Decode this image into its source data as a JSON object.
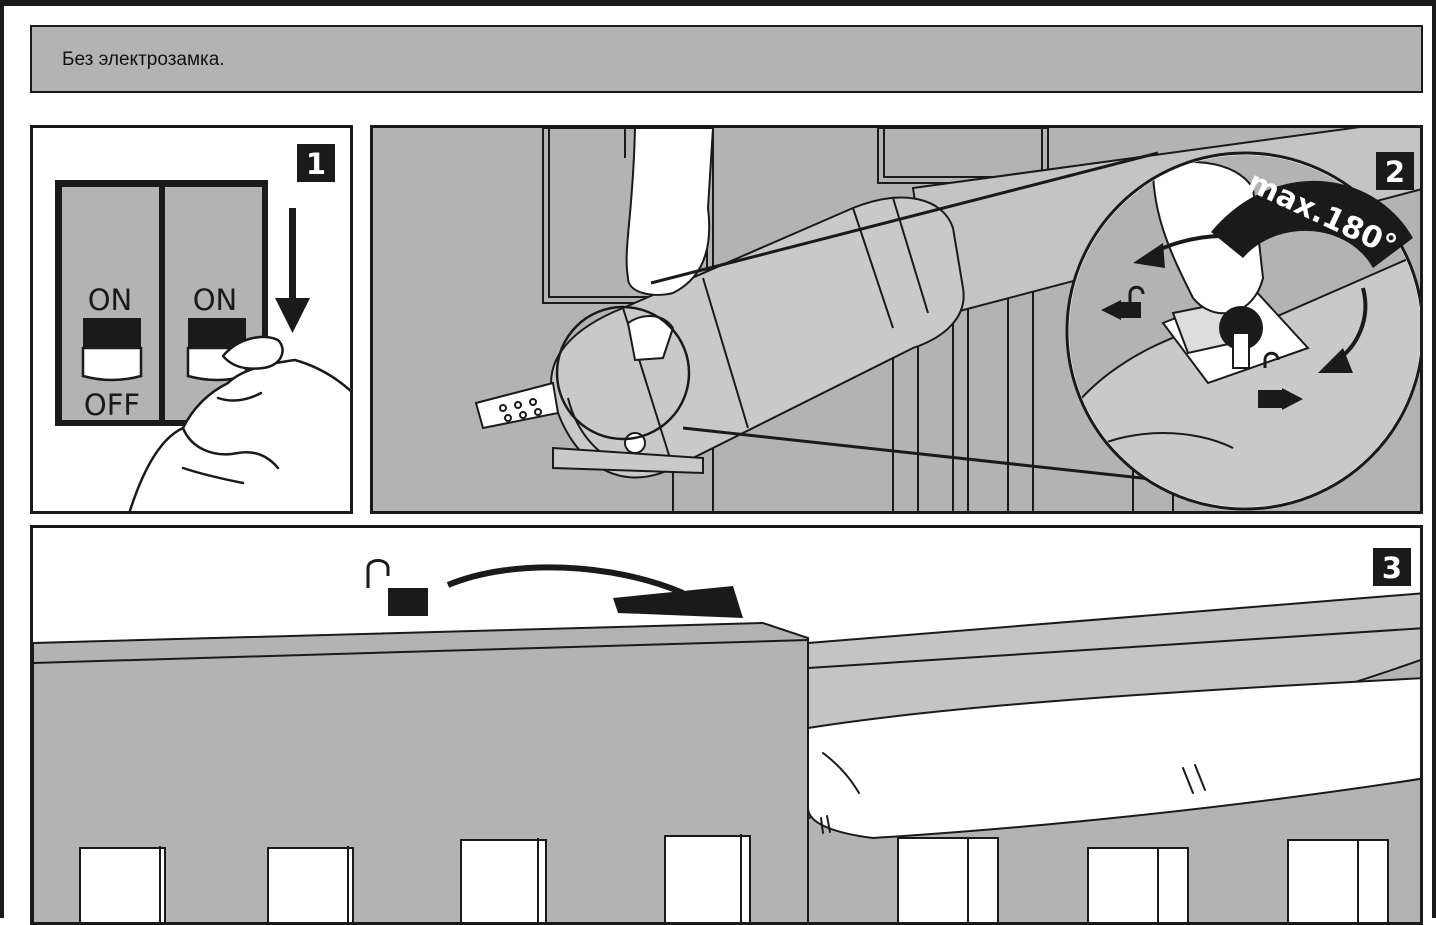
{
  "header": {
    "text": "Без электрозамка."
  },
  "steps": [
    {
      "number": "1",
      "switch_labels": {
        "left_on": "ON",
        "left_off": "OFF",
        "right_on": "ON"
      }
    },
    {
      "number": "2",
      "rotation_label": "max.180°"
    },
    {
      "number": "3"
    }
  ],
  "colors": {
    "panel_gray": "#b3b3b3",
    "outline": "#1a1a1a",
    "background": "#ffffff"
  },
  "icons": [
    "arrow-down-icon",
    "curved-arrow-icon",
    "unlocked-padlock-icon",
    "locked-padlock-icon"
  ]
}
